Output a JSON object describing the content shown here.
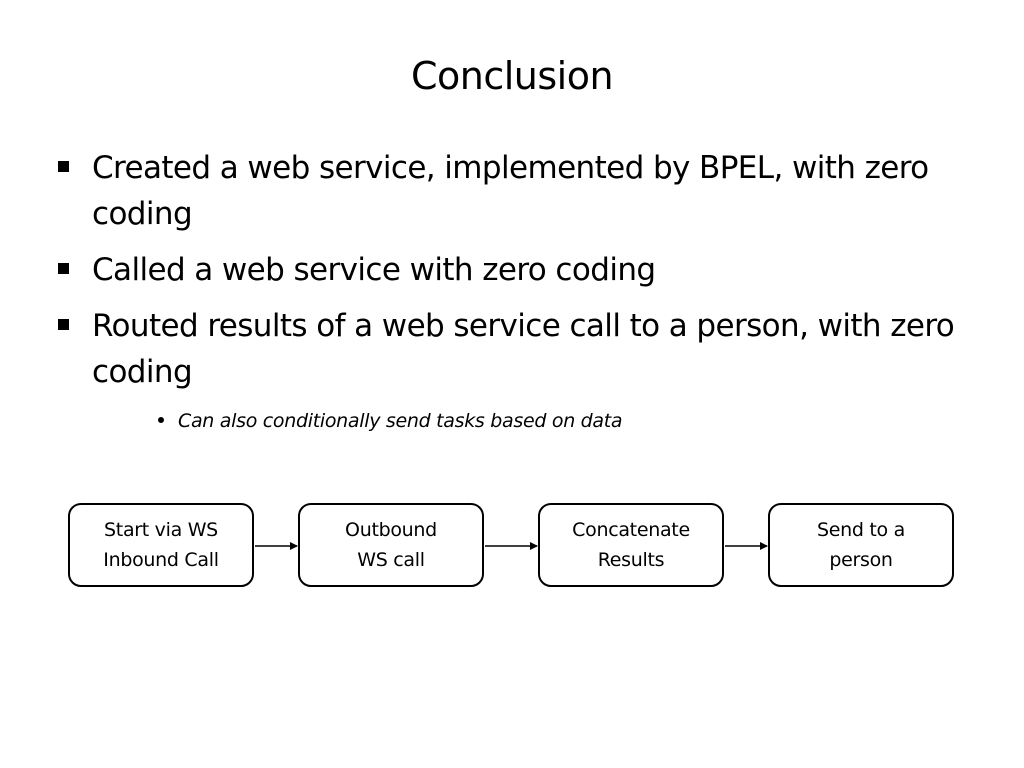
{
  "slide": {
    "title": "Conclusion",
    "bullets": [
      {
        "text": "Created a web service, implemented by BPEL, with zero coding"
      },
      {
        "text": "Called a web service with zero coding"
      },
      {
        "text": "Routed results of a web service call to a person, with zero coding"
      }
    ],
    "sub_bullet": "Can also conditionally send tasks based on data"
  },
  "flow": {
    "steps": [
      {
        "label": "Start via WS\nInbound Call"
      },
      {
        "label": "Outbound\nWS call"
      },
      {
        "label": "Concatenate\nResults"
      },
      {
        "label": "Send to a\nperson"
      }
    ]
  }
}
